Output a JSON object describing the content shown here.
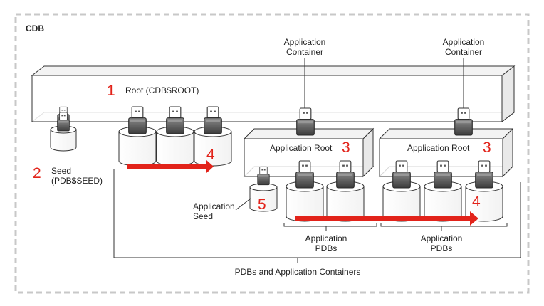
{
  "cdb_label": "CDB",
  "root": {
    "number": "1",
    "label": "Root (CDB$ROOT)"
  },
  "seed": {
    "number": "2",
    "line1": "Seed",
    "line2": "(PDB$SEED)"
  },
  "app_containers": [
    {
      "line1": "Application",
      "line2": "Container",
      "root_label": "Application Root",
      "root_number": "3",
      "pdbs_line1": "Application",
      "pdbs_line2": "PDBs"
    },
    {
      "line1": "Application",
      "line2": "Container",
      "root_label": "Application Root",
      "root_number": "3",
      "pdbs_line1": "Application",
      "pdbs_line2": "PDBs"
    }
  ],
  "cdb_pdb_number": "4",
  "app_pdb_number": "4",
  "app_seed": {
    "number": "5",
    "line1": "Application",
    "line2": "Seed"
  },
  "bottom_label": "PDBs and Application Containers",
  "colors": {
    "accent": "#e2231a",
    "dash": "#c8c8c8"
  }
}
